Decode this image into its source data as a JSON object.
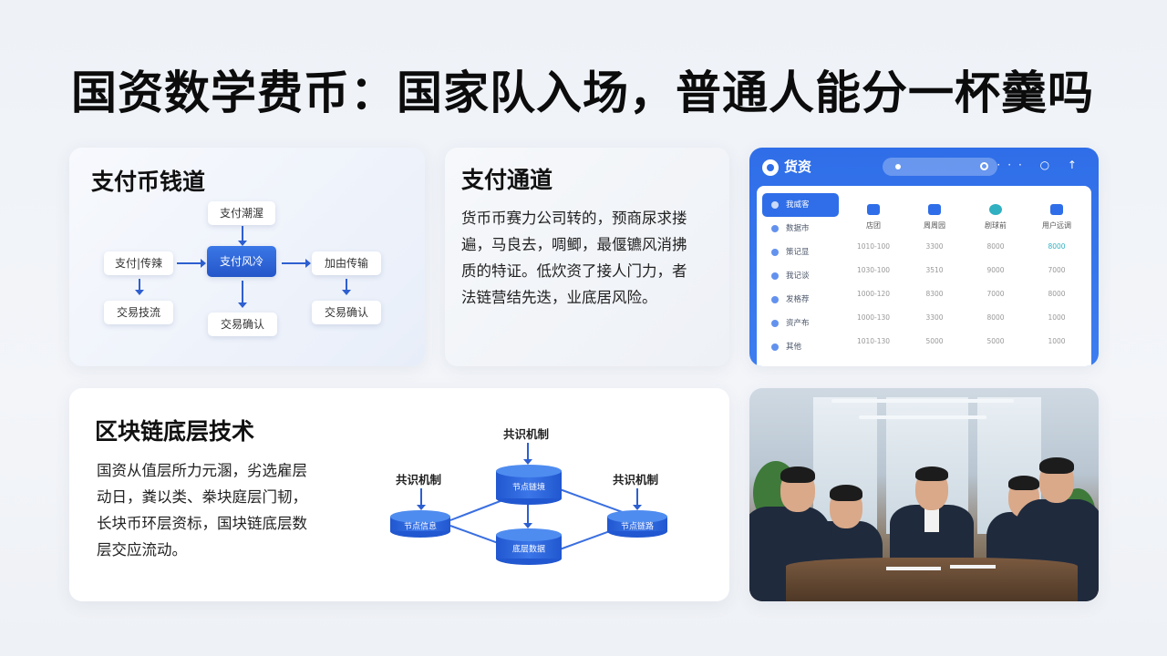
{
  "page": {
    "title": "国资数学费币：国家队入场，普通人能分一杯羹吗"
  },
  "flow_card": {
    "title": "支付币钱道",
    "nodes": {
      "top": "支付潮渥",
      "left": "支付|传辣",
      "center": "支付风冷",
      "right": "加由传输",
      "bottom_left": "交易技流",
      "bottom_center": "交易确认",
      "bottom_right": "交易确认"
    }
  },
  "pay_card": {
    "title": "支付通道",
    "lines": [
      "货币币赛力公司转的，预商尿求搂",
      "遍，马良去，啁鲫，最偃镳风消拂",
      "质的特证。低炊资了接人门力，者",
      "法链营结先迭，业底居风险。"
    ]
  },
  "app_card": {
    "app_name": "货资",
    "tools": "··· ○ ↑",
    "sidebar": [
      "我威客",
      "数据市",
      "策记显",
      "我记谈",
      "发格荐",
      "资产布",
      "其他"
    ],
    "columns": [
      {
        "head": "店团",
        "cells": [
          "1010-100",
          "1030-100",
          "1000-120",
          "1000-130",
          "1010-130"
        ],
        "icon": "home-icon"
      },
      {
        "head": "周周园",
        "cells": [
          "3300",
          "3510",
          "8300",
          "3300",
          "5000"
        ],
        "icon": "r-icon"
      },
      {
        "head": "剧球前",
        "cells": [
          "8000",
          "9000",
          "7000",
          "8000",
          "5000"
        ],
        "icon": "g-icon"
      },
      {
        "head": "用户远调",
        "cells": [
          "8000",
          "7000",
          "8000",
          "1000",
          "1000"
        ],
        "icon": "video-icon"
      }
    ],
    "colors": {
      "primary": "#2f6ee8",
      "accent": "#30b0c0"
    }
  },
  "chain_card": {
    "title": "区块链底层技术",
    "lines": [
      "国资从值层所力元溷，劣选雇层",
      "动日，粪以类、桊块庭层门韧，",
      "长块币环层资标，国块链底层数",
      "层交应流动。"
    ],
    "labels": {
      "top": "共识机制",
      "left": "共识机制",
      "right": "共识机制"
    },
    "nodes": {
      "center": "节点链境",
      "left": "节点信息",
      "right": "节点链路",
      "bottom": "底层数据"
    }
  }
}
